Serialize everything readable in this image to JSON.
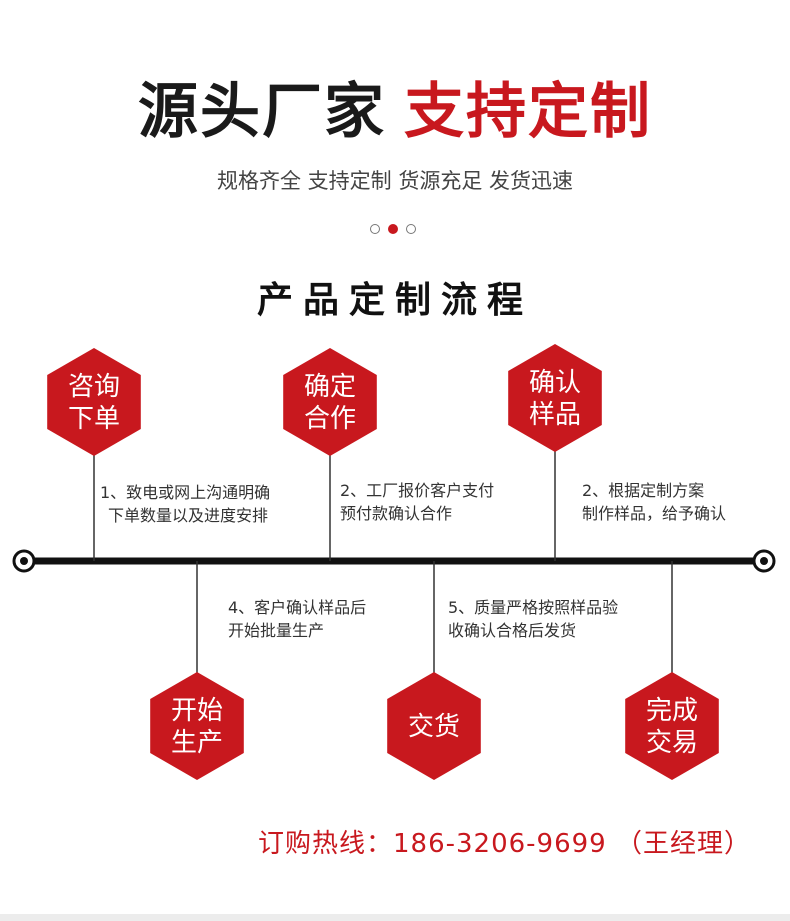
{
  "header": {
    "title_dark": "源头厂家",
    "title_red": "支持定制",
    "subtitle": "规格齐全 支持定制 货源充足 发货迅速",
    "carousel_dots": 3,
    "carousel_active": 1
  },
  "process": {
    "title": "产品定制流程",
    "top_nodes": [
      {
        "lines": [
          "咨询",
          "下单"
        ],
        "desc": [
          "1、致电或网上沟通明确",
          "下单数量以及进度安排"
        ]
      },
      {
        "lines": [
          "确定",
          "合作"
        ],
        "desc": [
          "2、工厂报价客户支付",
          "预付款确认合作"
        ]
      },
      {
        "lines": [
          "确认",
          "样品"
        ],
        "desc": [
          "2、根据定制方案",
          "制作样品，给予确认"
        ]
      }
    ],
    "bottom_nodes": [
      {
        "lines": [
          "开始",
          "生产"
        ],
        "desc": [
          "4、客户确认样品后",
          "开始批量生产"
        ]
      },
      {
        "lines": [
          "交货"
        ],
        "desc": [
          "5、质量严格按照样品验",
          "收确认合格后发货"
        ]
      },
      {
        "lines": [
          "完成",
          "交易"
        ],
        "desc": []
      }
    ]
  },
  "contact": {
    "hotline": "订购热线：186-3206-9699 （王经理）"
  },
  "colors": {
    "accent_red": "#c8181e",
    "dark_text": "#1a1a1a"
  }
}
